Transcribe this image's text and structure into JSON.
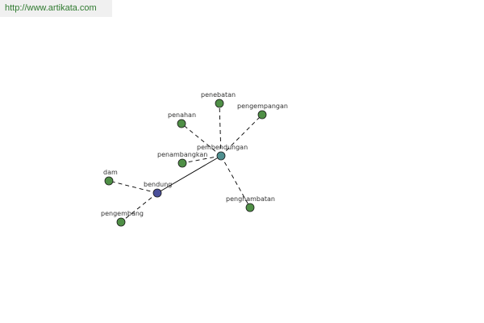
{
  "site_url": "http://www.artikata.com",
  "colors": {
    "center": "#4f8f8f",
    "hub": "#4a4f9a",
    "leaf": "#4f8f46",
    "edge": "#000000",
    "url_text": "#2f7a2f"
  },
  "nodes": [
    {
      "id": "pembendungan",
      "label": "pembendungan",
      "role": "center"
    },
    {
      "id": "bendung",
      "label": "bendung",
      "role": "hub"
    },
    {
      "id": "penebatan",
      "label": "penebatan",
      "role": "leaf"
    },
    {
      "id": "pengempangan",
      "label": "pengempangan",
      "role": "leaf"
    },
    {
      "id": "penahan",
      "label": "penahan",
      "role": "leaf"
    },
    {
      "id": "penambangkan",
      "label": "penambangkan",
      "role": "leaf"
    },
    {
      "id": "penghambatan",
      "label": "penghambatan",
      "role": "leaf"
    },
    {
      "id": "dam",
      "label": "dam",
      "role": "leaf"
    },
    {
      "id": "pengembang",
      "label": "pengembang",
      "role": "leaf"
    }
  ],
  "edges": [
    {
      "from": "pembendungan",
      "to": "bendung",
      "style": "solid"
    },
    {
      "from": "pembendungan",
      "to": "penebatan",
      "style": "dashed"
    },
    {
      "from": "pembendungan",
      "to": "pengempangan",
      "style": "dashed"
    },
    {
      "from": "pembendungan",
      "to": "penahan",
      "style": "dashed"
    },
    {
      "from": "pembendungan",
      "to": "penambangkan",
      "style": "dashed"
    },
    {
      "from": "pembendungan",
      "to": "penghambatan",
      "style": "dashed"
    },
    {
      "from": "bendung",
      "to": "dam",
      "style": "dashed"
    },
    {
      "from": "bendung",
      "to": "pengembang",
      "style": "dashed"
    }
  ]
}
